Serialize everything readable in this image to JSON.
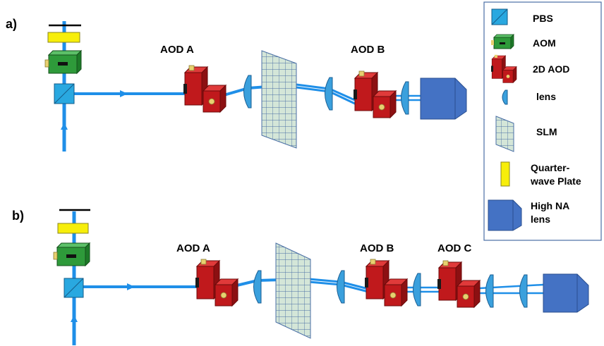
{
  "panels": {
    "a": {
      "label": "a)",
      "aod_labels": [
        "AOD A",
        "AOD B"
      ]
    },
    "b": {
      "label": "b)",
      "aod_labels": [
        "AOD A",
        "AOD B",
        "AOD C"
      ]
    }
  },
  "legend": {
    "items": [
      {
        "key": "pbs",
        "label": "PBS"
      },
      {
        "key": "aom",
        "label": "AOM"
      },
      {
        "key": "aod2d",
        "label": "2D AOD"
      },
      {
        "key": "lens",
        "label": "lens"
      },
      {
        "key": "slm",
        "label": "SLM"
      },
      {
        "key": "qwp",
        "label": "Quarter-wave Plate",
        "lines": [
          "Quarter-",
          "wave Plate"
        ]
      },
      {
        "key": "objective",
        "label": "High NA lens",
        "lines": [
          "High NA",
          "lens"
        ]
      }
    ]
  },
  "colors": {
    "beam": "#1f8fe8",
    "pbs": "#29a8e0",
    "aom": "#2e9a3a",
    "aod": "#c0191c",
    "lens": "#3aa0dd",
    "slm": "#d4e6d8",
    "qwp": "#f7ee0a",
    "objective": "#4472c4"
  }
}
